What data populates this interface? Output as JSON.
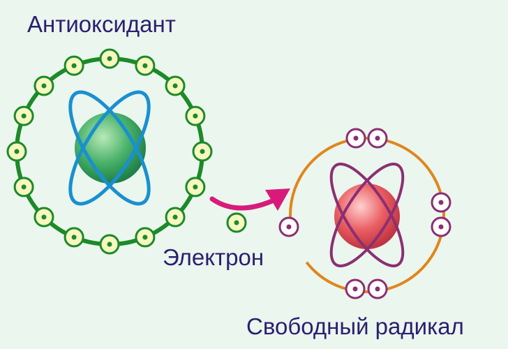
{
  "labels": {
    "antioxidant": "Антиоксидант",
    "electron": "Электрон",
    "free_radical": "Свободный радикал"
  },
  "colors": {
    "background": "#eaf6ee",
    "label_text": "#2b1f6e",
    "antioxidant_shell": "#1c8a28",
    "antioxidant_electron_fill": "#f7f7c0",
    "antioxidant_nucleus": "#3aa662",
    "antioxidant_orbits": "#1a8fd0",
    "radical_shell": "#e0861c",
    "radical_electron_stroke": "#8b2f72",
    "radical_nucleus": "#e05a5e",
    "radical_orbits": "#8b2f72",
    "transfer_arrow": "#d81b7a"
  },
  "icons": {
    "antioxidant_atom": "atom-icon",
    "radical_atom": "atom-icon",
    "transfer": "curved-arrow-icon"
  },
  "counts": {
    "antioxidant_electrons": 16,
    "radical_electrons": 7
  }
}
